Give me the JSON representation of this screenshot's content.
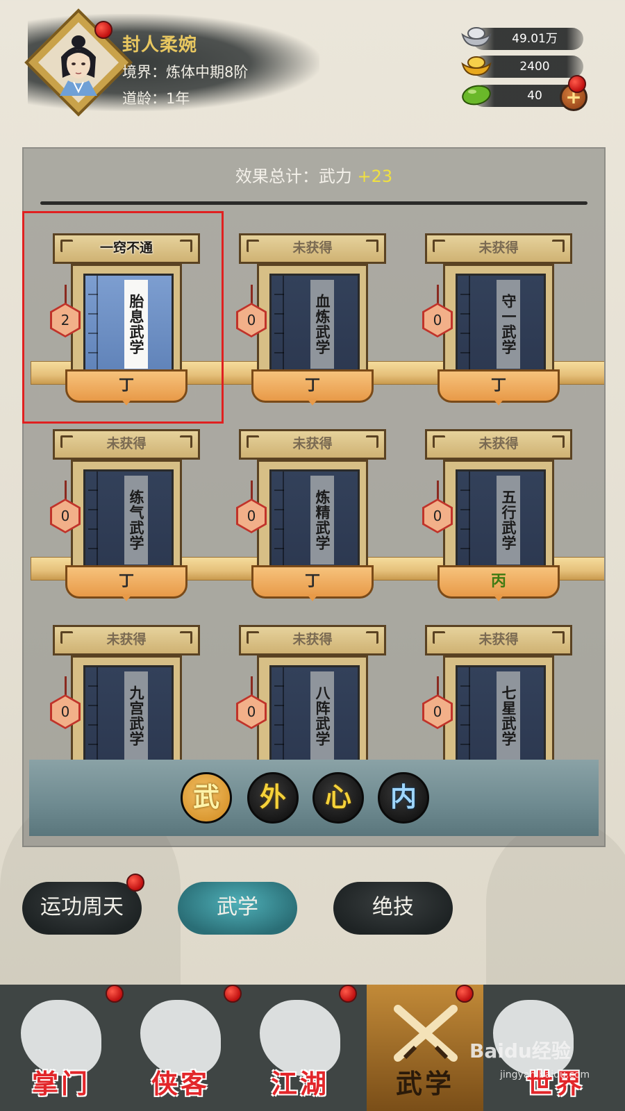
{
  "player": {
    "name": "封人柔婉",
    "realm": "境界：炼体中期8阶",
    "age": "道龄：1年"
  },
  "currencies": [
    {
      "icon": "silver-ingot-icon",
      "value": "49.01万"
    },
    {
      "icon": "gold-ingot-icon",
      "value": "2400"
    },
    {
      "icon": "jade-icon",
      "value": "40"
    }
  ],
  "add_currency_icon": "+",
  "summary": {
    "label": "效果总计：武力",
    "value": "+23"
  },
  "cards": [
    {
      "title": "一窍不通",
      "name": "胎息武学",
      "count": "2",
      "grade": "丁",
      "owned": true
    },
    {
      "title": "未获得",
      "name": "血炼武学",
      "count": "0",
      "grade": "丁",
      "owned": false
    },
    {
      "title": "未获得",
      "name": "守一武学",
      "count": "0",
      "grade": "丁",
      "owned": false
    },
    {
      "title": "未获得",
      "name": "练气武学",
      "count": "0",
      "grade": "丁",
      "owned": false
    },
    {
      "title": "未获得",
      "name": "炼精武学",
      "count": "0",
      "grade": "丁",
      "owned": false
    },
    {
      "title": "未获得",
      "name": "五行武学",
      "count": "0",
      "grade": "丙",
      "owned": false
    },
    {
      "title": "未获得",
      "name": "九宫武学",
      "count": "0",
      "grade": "",
      "owned": false
    },
    {
      "title": "未获得",
      "name": "八阵武学",
      "count": "0",
      "grade": "",
      "owned": false
    },
    {
      "title": "未获得",
      "name": "七星武学",
      "count": "0",
      "grade": "",
      "owned": false
    }
  ],
  "categories": [
    {
      "label": "武",
      "active": true
    },
    {
      "label": "外",
      "active": false
    },
    {
      "label": "心",
      "active": false
    },
    {
      "label": "内",
      "active": false
    }
  ],
  "modes": [
    {
      "label": "运功周天",
      "active": false
    },
    {
      "label": "武学",
      "active": true
    },
    {
      "label": "绝技",
      "active": false
    }
  ],
  "nav": [
    {
      "label": "掌门",
      "active": false
    },
    {
      "label": "侠客",
      "active": false
    },
    {
      "label": "江湖",
      "active": false
    },
    {
      "label": "武学",
      "active": true
    },
    {
      "label": "世界",
      "active": false
    }
  ],
  "watermark": {
    "brand": "Baidu经验",
    "url": "jingyan.baidu.com"
  },
  "colors": {
    "accent_gold": "#e8c760",
    "bonus_yellow": "#f0e040",
    "active_teal": "#2a6e76",
    "notify_red": "#c01010"
  }
}
